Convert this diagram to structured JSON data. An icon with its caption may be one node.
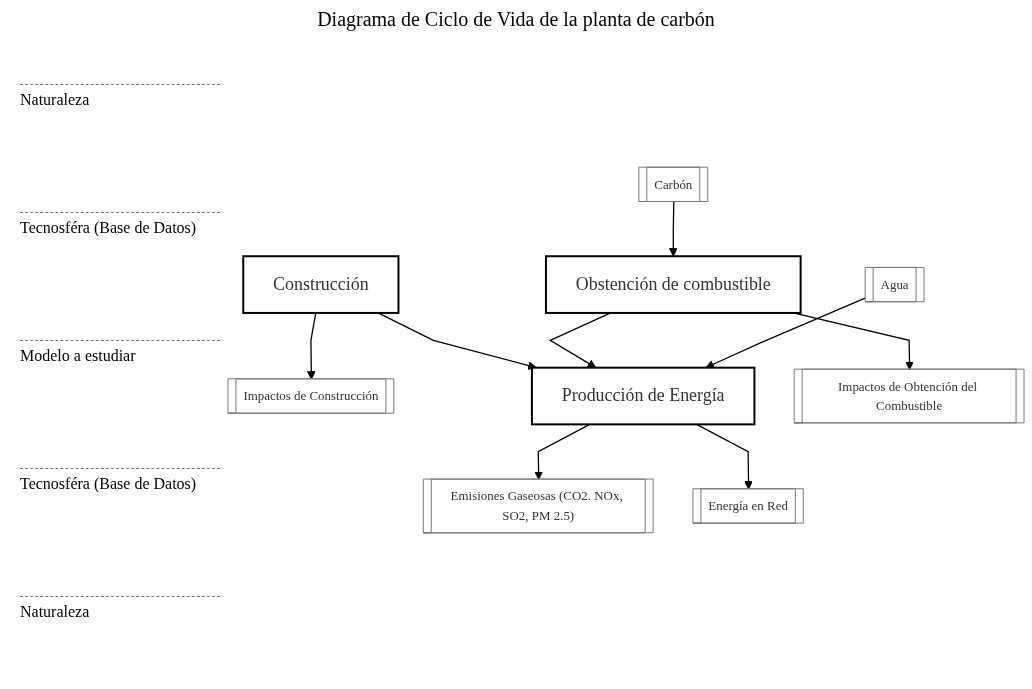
{
  "diagram": {
    "title": "Diagrama de Ciclo de Vida de la planta de carbón",
    "nodes": [
      {
        "text": [
          "Emisiones Gaseosas (CO2. NOx, SO2, PM 2.5)"
        ]
      },
      {
        "text": [
          "Impactos de Construcción"
        ]
      },
      {
        "text": [
          "Construcción"
        ]
      },
      {
        "text": [
          "Producción de Energía"
        ]
      },
      {
        "text": [
          "Obstención de combustible"
        ]
      },
      {
        "text": [
          "Impactos de Obtención del Combustible"
        ]
      },
      {
        "text": [
          "Carbón"
        ]
      },
      {
        "text": [
          "Agua"
        ]
      },
      {
        "text": [
          "Energía en Red"
        ]
      }
    ],
    "edges": [
      {
        "from": 3,
        "to": 0,
        "arrow": "to"
      },
      {
        "from": 2,
        "to": 1,
        "arrow": "to"
      },
      {
        "from": 2,
        "to": 3,
        "arrow": "to"
      },
      {
        "from": 4,
        "to": 3,
        "arrow": "to"
      },
      {
        "from": 4,
        "to": 5,
        "arrow": "to"
      },
      {
        "from": 6,
        "to": 4,
        "arrow": "to"
      },
      {
        "from": 7,
        "to": 3,
        "arrow": "to"
      },
      {
        "from": 3,
        "to": 8,
        "arrow": "to"
      }
    ],
    "labels": [
      "Naturaleza",
      "Tecnosféra (Base de Datos)",
      "Modelo a estudiar",
      "Tecnosféra (Base de Datos)",
      "Naturaleza"
    ]
  }
}
